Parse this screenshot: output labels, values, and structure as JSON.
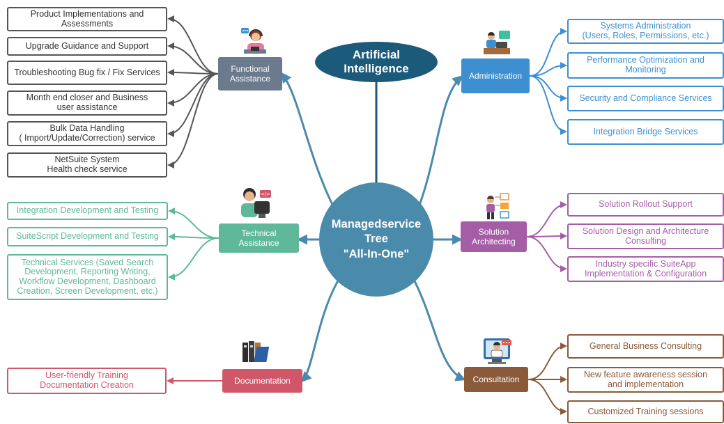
{
  "colors": {
    "functional": "#6b7a8c",
    "technical": "#5fb89a",
    "documentation": "#d0576a",
    "administration": "#3d8fd1",
    "solution": "#a55ea6",
    "consultation": "#8a5a3a",
    "hub": "#4a8aaa",
    "ai": "#1b5a7a",
    "gray_leaf": "#555555"
  },
  "ai_node": {
    "label": "Artificial\nIntelligence"
  },
  "center": {
    "label": "Managedservice\nTree\n\"All-In-One\""
  },
  "branches": {
    "functional": {
      "label": "Functional\nAssistance",
      "icon": "support-agent-icon"
    },
    "technical": {
      "label": "Technical\nAssistance",
      "icon": "developer-icon"
    },
    "documentation": {
      "label": "Documentation",
      "icon": "binders-icon"
    },
    "administration": {
      "label": "Administration",
      "icon": "admin-desk-icon"
    },
    "solution": {
      "label": "Solution\nArchitecting",
      "icon": "architect-icon"
    },
    "consultation": {
      "label": "Consultation",
      "icon": "video-consult-icon"
    }
  },
  "leaves": {
    "functional": [
      "Product Implementations and\nAssessments",
      "Upgrade Guidance and Support",
      "Troubleshooting Bug fix / Fix Services",
      "Month end closer and Business\nuser assistance",
      "Bulk Data Handling\n( Import/Update/Correction) service",
      "NetSuite System\nHealth check service"
    ],
    "technical": [
      "Integration Development and Testing",
      "SuiteScript Development and Testing",
      "Technical Services (Saved Search\nDevelopment, Reporting Writing,\nWorkflow Development, Dashboard\nCreation, Screen Development, etc.)"
    ],
    "documentation": [
      "User-friendly Training\nDocumentation Creation"
    ],
    "administration": [
      "Systems Administration\n(Users, Roles, Permissions, etc.)",
      "Performance Optimization and\nMonitoring",
      "Security and Compliance Services",
      "Integration Bridge Services"
    ],
    "solution": [
      "Solution Rollout Support",
      "Solution Design and Architecture\nConsulting",
      "Industry specific SuiteApp\nImplementation & Configuration"
    ],
    "consultation": [
      "General Business Consulting",
      "New feature awareness session\nand implementation",
      "Customized Training sessions"
    ]
  }
}
